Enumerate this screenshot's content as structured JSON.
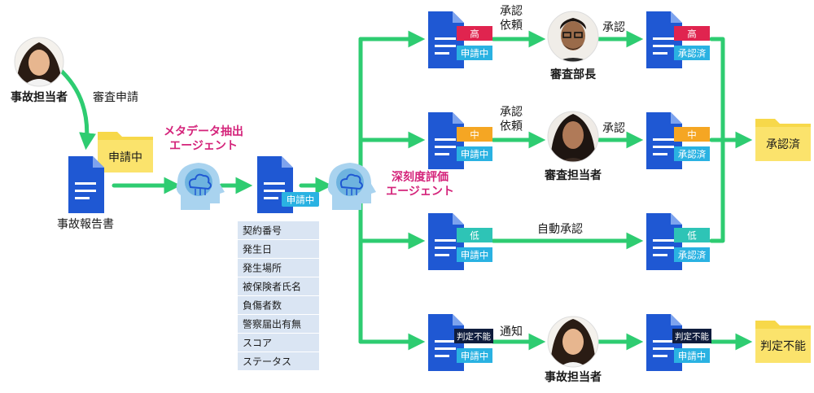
{
  "colors": {
    "arrow": "#2ecc71",
    "doc": "#1f58d3",
    "doc_fold": "#7da3ee",
    "badge_high": "#e0244f",
    "badge_mid": "#f5a623",
    "badge_low": "#2ec4b6",
    "badge_status": "#2ab2e2",
    "badge_undecided": "#0f1c3d",
    "folder": "#f7d84a",
    "brain": "#7bbbe4",
    "agent_label": "#d4237a",
    "table_row": "#dae5f3"
  },
  "actors": {
    "reporter_top": "事故担当者",
    "manager": "審査部長",
    "reviewer": "審査担当者",
    "reporter_bottom": "事故担当者"
  },
  "documents": {
    "accident_report": "事故報告書",
    "status_folder": "申請中"
  },
  "flows": {
    "review_request": "審査申請",
    "approval_request": "承認\n依頼",
    "approval": "承認",
    "auto_approval": "自動承認",
    "notify": "通知"
  },
  "agents": {
    "metadata": "メタデータ抽出\nエージェント",
    "severity": "深刻度評価\nエージェント"
  },
  "badges": {
    "pending": "申請中",
    "approved": "承認済",
    "high": "高",
    "mid": "中",
    "low": "低",
    "undecided": "判定不能"
  },
  "metadata_fields": [
    "契約番号",
    "発生日",
    "発生場所",
    "被保険者氏名",
    "負傷者数",
    "警察届出有無",
    "スコア",
    "ステータス"
  ],
  "outcomes": {
    "approved_folder": "承認済",
    "undecided_folder": "判定不能"
  }
}
